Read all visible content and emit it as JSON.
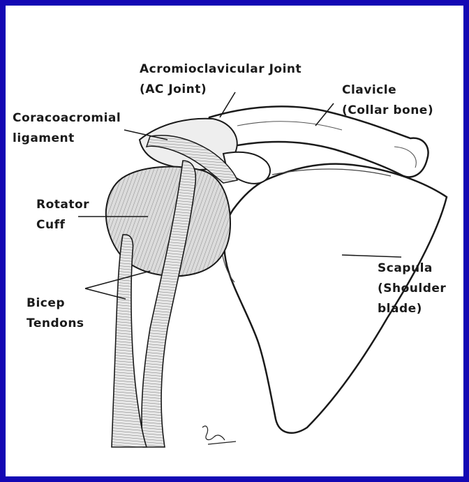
{
  "colors": {
    "frame_border": "#1408b4",
    "ink": "#1a1a1a",
    "bone_fill": "#ffffff",
    "muscle_fill": "#d6d6d6"
  },
  "labels": {
    "ac_joint": {
      "line1": "Acromioclavicular Joint",
      "line2": "(AC Joint)"
    },
    "clavicle": {
      "line1": "Clavicle",
      "line2": "(Collar bone)"
    },
    "coracoacromial": {
      "line1": "Coracoacromial",
      "line2": "ligament"
    },
    "rotator_cuff": {
      "line1": "Rotator",
      "line2": "Cuff"
    },
    "scapula": {
      "line1": "Scapula",
      "line2": "(Shoulder",
      "line3": "blade)"
    },
    "bicep_tendons": {
      "line1": "Bicep",
      "line2": "Tendons"
    }
  }
}
